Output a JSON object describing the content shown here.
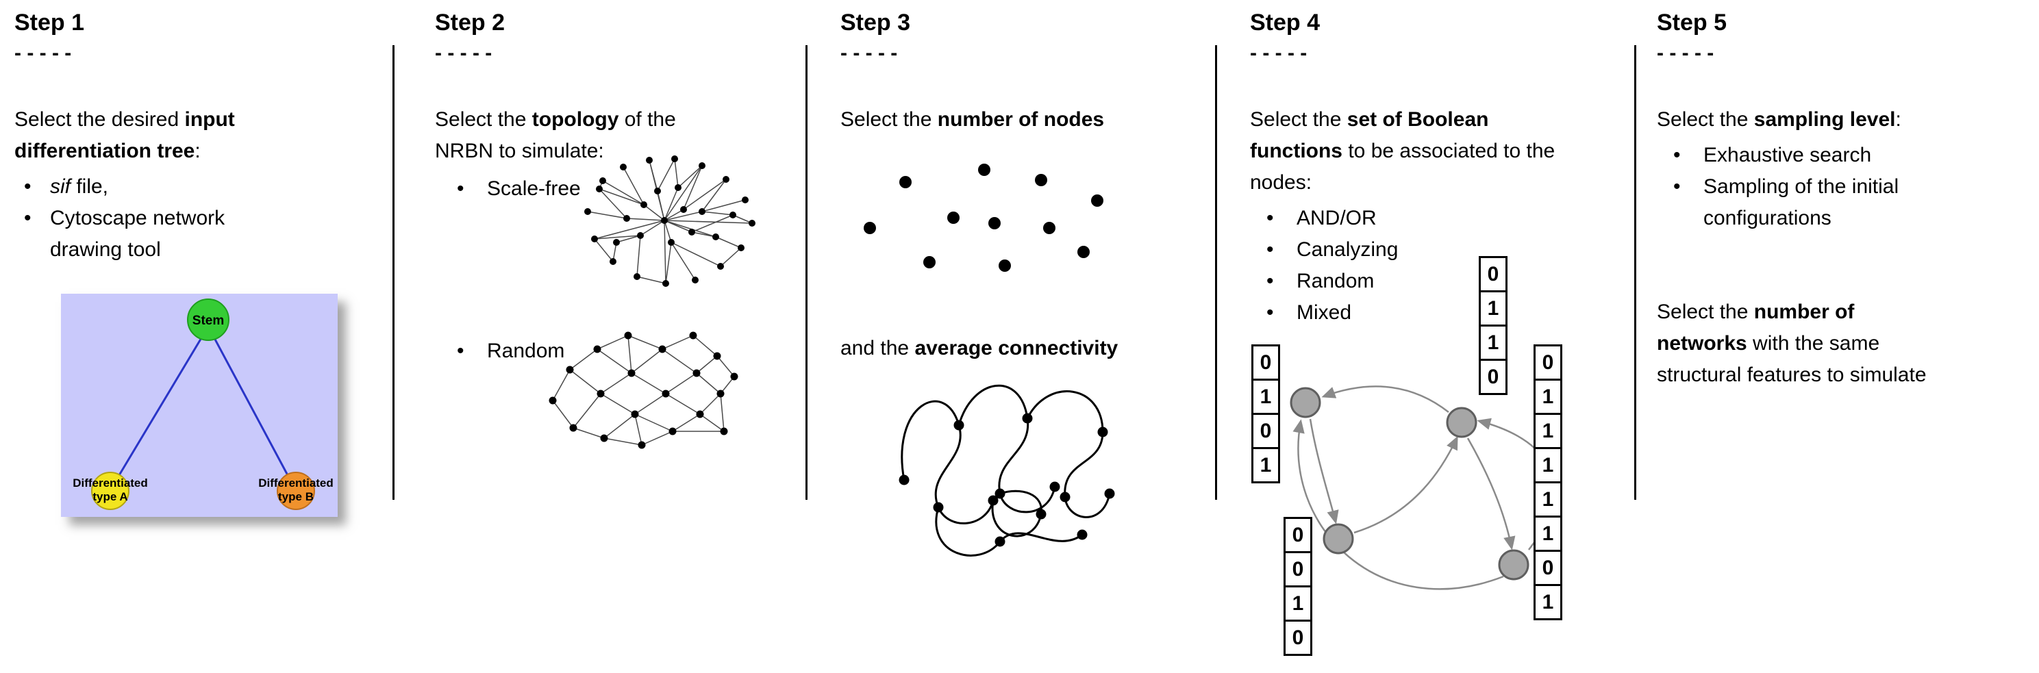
{
  "steps": {
    "s1": {
      "title": "Step 1",
      "dashes": "- - - - -",
      "intro": {
        "pre": "Select the desired ",
        "bold": "input differentiation tree",
        "post": ":"
      },
      "bullet1": {
        "italic": "sif",
        "rest": " file,"
      },
      "bullet2": "Cytoscape network drawing tool",
      "tree": {
        "root": "Stem",
        "left1": "Differentiated",
        "left2": "type A",
        "right1": "Differentiated",
        "right2": "type B",
        "colors": {
          "bg": "#c9c9fb",
          "root": "#35cc35",
          "left": "#f2e41f",
          "right": "#f0922d",
          "edge": "#2a35c8"
        }
      }
    },
    "s2": {
      "title": "Step 2",
      "dashes": "- - - - -",
      "intro": {
        "pre": "Select the ",
        "bold": "topology",
        "post": " of the NRBN to simulate:"
      },
      "bullet1": "Scale-free",
      "bullet2": "Random"
    },
    "s3": {
      "title": "Step 3",
      "dashes": "- - - - -",
      "line1": {
        "pre": "Select the ",
        "bold": "number of nodes"
      },
      "line2": {
        "pre": "and the ",
        "bold": "average connectivity"
      }
    },
    "s4": {
      "title": "Step 4",
      "dashes": "- - - - -",
      "intro": {
        "pre": "Select the ",
        "bold": "set of Boolean functions",
        "post": " to be associated to the nodes:"
      },
      "bullets": [
        "AND/OR",
        "Canalyzing",
        "Random",
        "Mixed"
      ],
      "truth_tables": {
        "left": [
          "0",
          "1",
          "0",
          "1"
        ],
        "top": [
          "0",
          "1",
          "1",
          "0"
        ],
        "bottom": [
          "0",
          "0",
          "1",
          "0"
        ],
        "right": [
          "0",
          "1",
          "1",
          "1",
          "1",
          "1",
          "0",
          "1"
        ]
      }
    },
    "s5": {
      "title": "Step 5",
      "dashes": "- - - - -",
      "intro": {
        "pre": "Select the ",
        "bold": "sampling level",
        "post": ":"
      },
      "bullet1": "Exhaustive search",
      "bullet2": "Sampling of the initial configurations",
      "para2": {
        "pre": "Select the ",
        "bold1": "number of",
        "bold2": "networks",
        "mid": " with the same",
        "line3": "structural features to simulate"
      }
    }
  }
}
